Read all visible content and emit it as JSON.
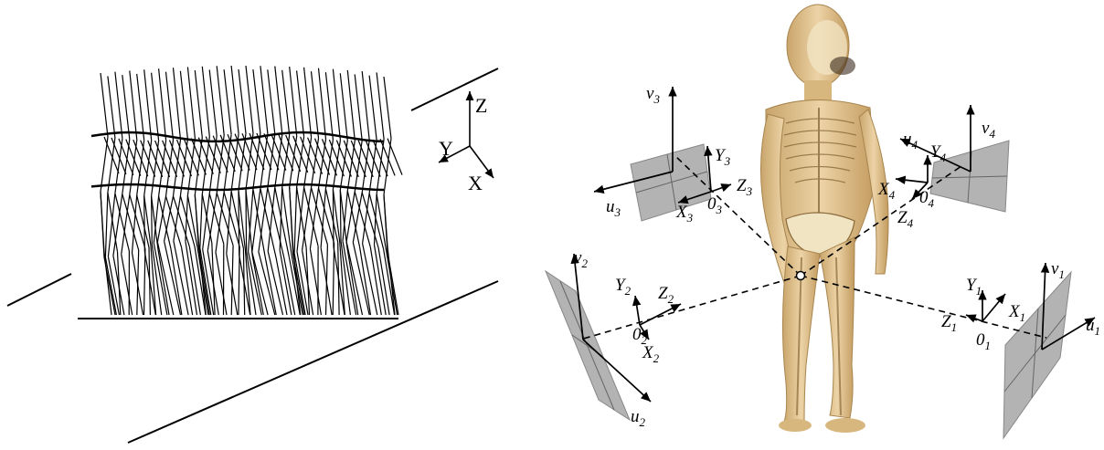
{
  "left_panel": {
    "axes": {
      "z": "Z",
      "y": "Y",
      "x": "X"
    }
  },
  "right_panel": {
    "cameras": [
      {
        "id": "1",
        "u": "u",
        "v": "v",
        "x": "X",
        "y": "Y",
        "z": "Z",
        "o": "0",
        "sub": "1"
      },
      {
        "id": "2",
        "u": "u",
        "v": "v",
        "x": "X",
        "y": "Y",
        "z": "Z",
        "o": "0",
        "sub": "2"
      },
      {
        "id": "3",
        "u": "u",
        "v": "v",
        "x": "X",
        "y": "Y",
        "z": "Z",
        "o": "0",
        "sub": "3"
      },
      {
        "id": "4",
        "u": "u",
        "v": "v",
        "x": "X",
        "y": "Y",
        "z": "Z",
        "o": "0",
        "sub": "4"
      }
    ]
  },
  "colors": {
    "ink": "#000000",
    "panel_fill": "#b3b3b3",
    "body_fill": "#e2c493",
    "body_shade": "#c9a56b",
    "bone": "#f1e4c2"
  }
}
